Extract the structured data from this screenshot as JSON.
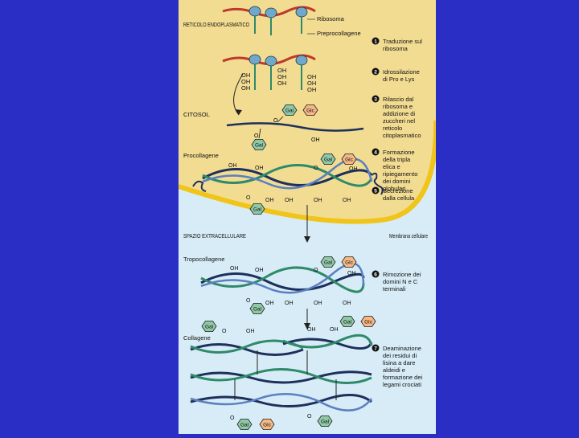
{
  "colors": {
    "background": "#2a2ec4",
    "cytosol": "#f2dc92",
    "extracellular": "#d7ecf6",
    "membrane": "#f0c419",
    "strand_dark": "#1d2f5c",
    "strand_green": "#2e8a6a",
    "strand_blue": "#5b7fc0",
    "gal_fill": "#8fc8a6",
    "glc_fill": "#f4b886",
    "mrna_red": "#c0392b",
    "ribosome": "#6fa8c8"
  },
  "labels": {
    "er": "RETICOLO ENDOPLASMATICO",
    "ribosome": "Ribosoma",
    "precollagen": "Preprocollagene",
    "cytosol": "CITOSOL",
    "procollagen": "Procollagene",
    "extracellular": "SPAZIO EXTRACELLULARE",
    "membrane": "Membrana cellulare",
    "tropocollagen": "Tropocollagene",
    "collagen": "Collagene"
  },
  "chem": {
    "oh": "OH",
    "o": "O",
    "gal": "Gal",
    "glc": "Glc"
  },
  "steps": [
    {
      "n": "1",
      "text": "Traduzione sul ribosoma"
    },
    {
      "n": "2",
      "text": "Idrossilazione di Pro e Lys"
    },
    {
      "n": "3",
      "text": "Rilascio dal ribosoma e addizione di zuccheri nel reticolo citoplasmatico"
    },
    {
      "n": "4",
      "text": "Formazione della tripla elica e ripiegamento dei domini globulari"
    },
    {
      "n": "5",
      "text": "Secrezione dalla cellula"
    },
    {
      "n": "6",
      "text": "Rimozione dei domini N e C terminali"
    },
    {
      "n": "7",
      "text": "Deaminazione dei residui di lisina a dare aldeidi e formazione dei legami crociati"
    }
  ]
}
